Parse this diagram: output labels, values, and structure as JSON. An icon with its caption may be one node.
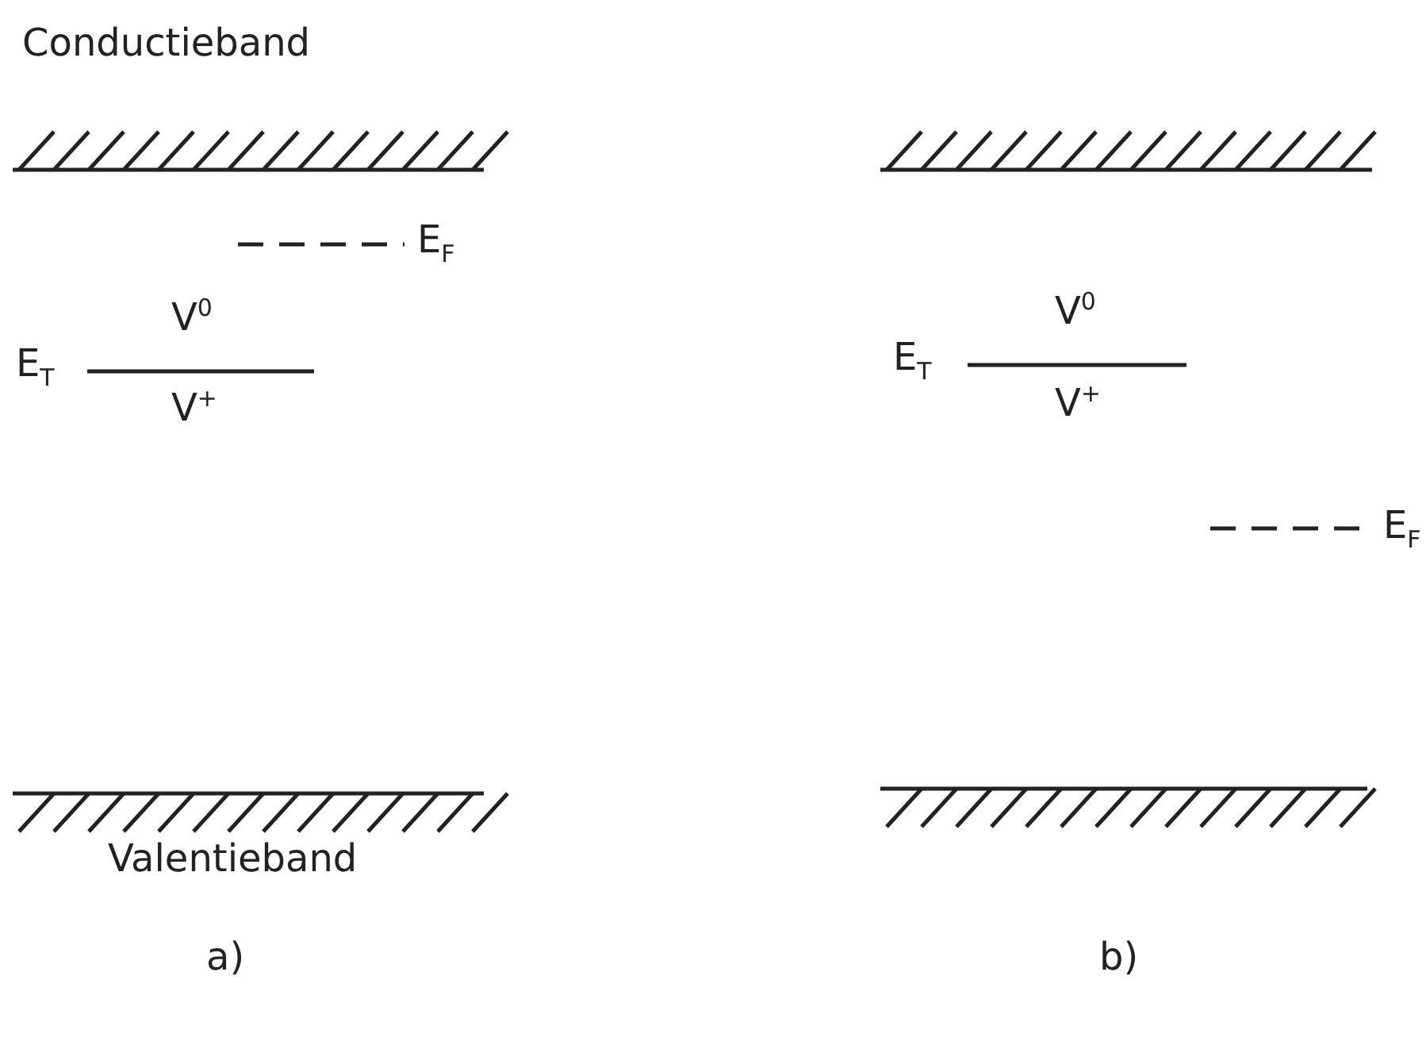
{
  "diagram": {
    "labels": [
      "Conductieband",
      "E$_{F}$",
      "E$_{T}$",
      "V$^{0}$",
      "V$^{+}$",
      "Valentieband",
      "a)",
      "E$_{T}$",
      "V$^{0}$",
      "V$^{+}$",
      "E$_{F}$",
      "b)"
    ]
  }
}
